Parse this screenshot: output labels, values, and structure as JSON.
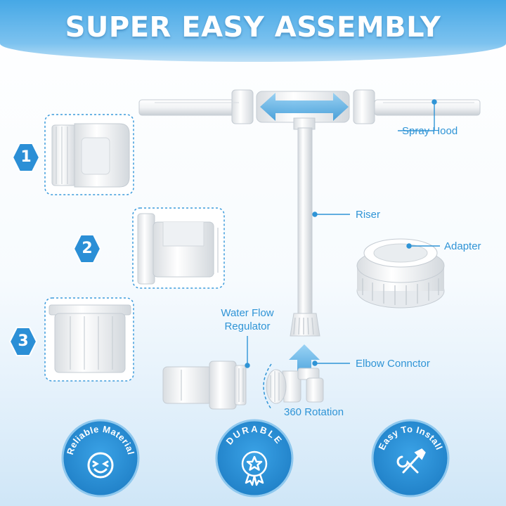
{
  "header": {
    "title": "SUPER EASY ASSEMBLY"
  },
  "steps": [
    {
      "number": "1"
    },
    {
      "number": "2"
    },
    {
      "number": "3"
    }
  ],
  "callouts": {
    "spray_hood": "Spray Hood",
    "riser": "Riser",
    "adapter": "Adapter",
    "flow_regulator_line1": "Water Flow",
    "flow_regulator_line2": "Regulator",
    "elbow": "Elbow Connctor",
    "rotation": "360 Rotation"
  },
  "features": [
    {
      "label": "Reliable Material",
      "icon": "smile-face-icon"
    },
    {
      "label": "DURABLE",
      "icon": "star-medal-icon"
    },
    {
      "label": "Easy To Install",
      "icon": "wrench-screwdriver-icon"
    }
  ],
  "colors": {
    "accent": "#2f94d6",
    "banner": "#46a8e6",
    "badge": "#2b8fd6",
    "part": "#ffffff",
    "part_shade": "#dfe3e7"
  }
}
